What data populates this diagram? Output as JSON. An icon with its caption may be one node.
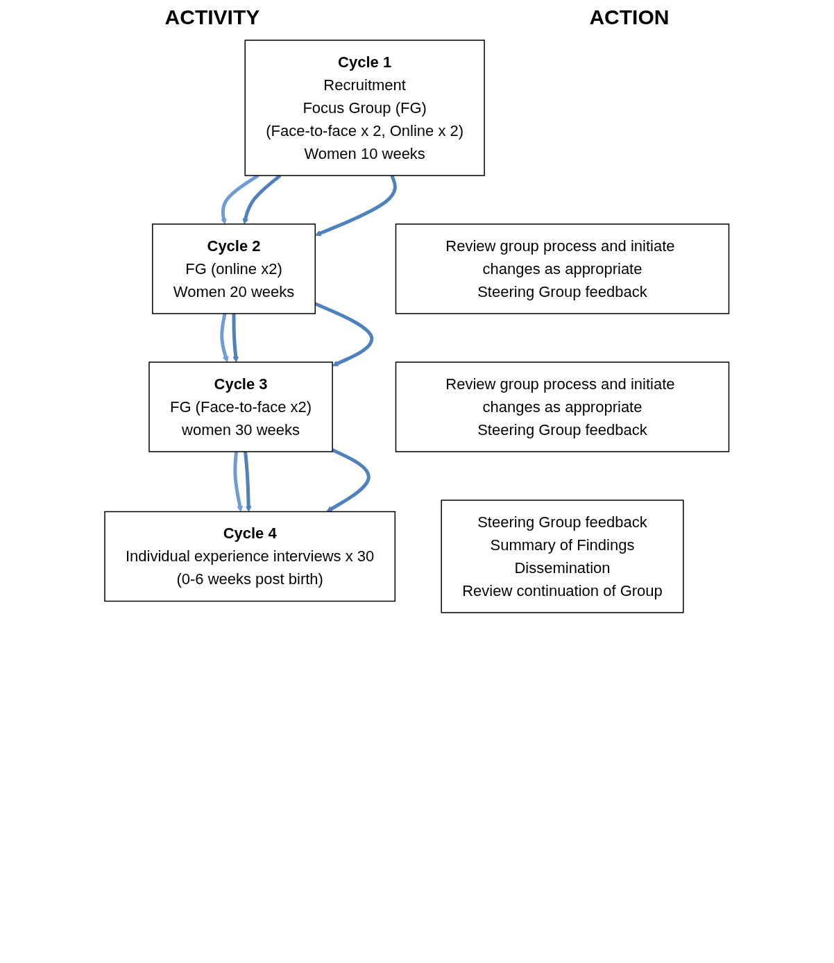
{
  "diagram": {
    "nodes": [
      {
        "text": [
          "Cycle 1",
          "Recruitment",
          "Focus Group (FG)",
          "(Face-to-face x 2, Online x 2)",
          "Women 10 weeks"
        ]
      },
      {
        "text": [
          "Review group process and initiate changes as appropriate",
          "Steering Group feedback"
        ]
      },
      {
        "text": [
          "Cycle 2",
          "FG (online x2)",
          "Women 20 weeks"
        ]
      },
      {
        "text": [
          "Review group process and initiate changes as appropriate",
          "Steering Group feedback"
        ]
      },
      {
        "text": [
          "Cycle 3",
          "FG (Face-to-face x2)",
          "women 30 weeks"
        ]
      },
      {
        "text": [
          "Steering Group feedback",
          "Summary of Findings",
          "Dissemination",
          "Review continuation of Group"
        ]
      },
      {
        "text": [
          "Cycle 4",
          "Individual experience interviews x 30",
          "(0-6 weeks post birth)"
        ]
      }
    ],
    "edges": [
      {
        "from": 0,
        "to": 2,
        "arrow": "to",
        "color": "#6f9bd6"
      },
      {
        "from": 0,
        "to": 2,
        "arrow": "to",
        "color": "#4f81bd"
      },
      {
        "from": 0,
        "to": 2,
        "arrow": "to",
        "color": "#4f81bd"
      },
      {
        "from": 2,
        "to": 4,
        "arrow": "to",
        "color": "#6f9bd6"
      },
      {
        "from": 2,
        "to": 4,
        "arrow": "to",
        "color": "#4f81bd"
      },
      {
        "from": 2,
        "to": 4,
        "arrow": "to",
        "color": "#4f81bd"
      },
      {
        "from": 4,
        "to": 6,
        "arrow": "to",
        "color": "#6f9bd6"
      },
      {
        "from": 4,
        "to": 6,
        "arrow": "to",
        "color": "#4f81bd"
      },
      {
        "from": 4,
        "to": 6,
        "arrow": "to",
        "color": "#4f81bd"
      }
    ],
    "labels": [
      "ACTIVITY",
      "ACTION"
    ]
  }
}
